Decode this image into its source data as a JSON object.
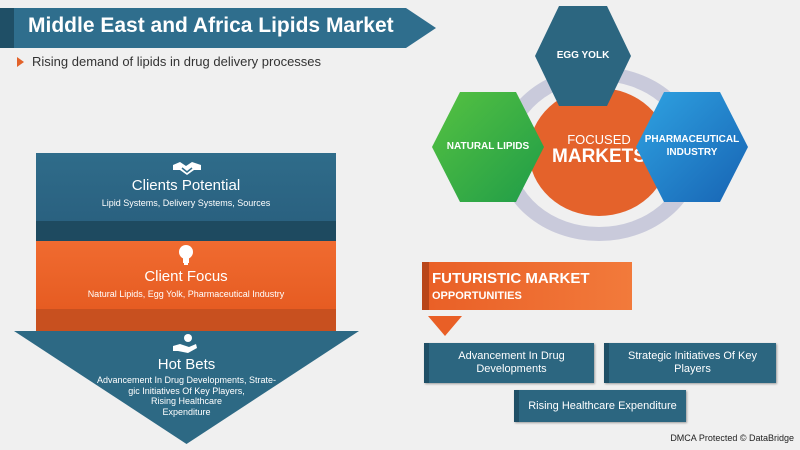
{
  "header": {
    "title": "Middle East and Africa Lipids Market",
    "subtitle": "Rising demand of lipids in drug delivery processes"
  },
  "funnel": {
    "clients": {
      "title": "Clients Potential",
      "details": "Lipid Systems, Delivery Systems, Sources",
      "icon": "handshake-icon"
    },
    "focus": {
      "title": "Client Focus",
      "details": "Natural Lipids, Egg Yolk, Pharmaceutical Industry",
      "icon": "lightbulb-icon"
    },
    "hotbets": {
      "title": "Hot Bets",
      "details_lines": [
        "Advancement In Drug Developments, Strate-",
        "gic Initiatives Of Key Players,",
        "Rising Healthcare",
        "Expenditure"
      ],
      "icon": "hand-coins-icon"
    }
  },
  "markets": {
    "center_top": "FOCUSED",
    "center_bottom": "MARKETS",
    "egg_yolk": "EGG YOLK",
    "natural_lipids": "NATURAL LIPIDS",
    "pharma_line1": "PHARMACEUTICAL",
    "pharma_line2": "INDUSTRY"
  },
  "futuristic": {
    "title": "FUTURISTIC MARKET",
    "subtitle": "OPPORTUNITIES",
    "items": [
      "Advancement In Drug Developments",
      "Strategic Initiatives Of Key Players",
      "Rising Healthcare Expenditure"
    ]
  },
  "footer": {
    "credit": "DMCA Protected © DataBridge"
  },
  "colors": {
    "teal": "#2f6e8d",
    "orange": "#e95f26",
    "green": "#2aa447",
    "blue": "#1f7fc8"
  }
}
